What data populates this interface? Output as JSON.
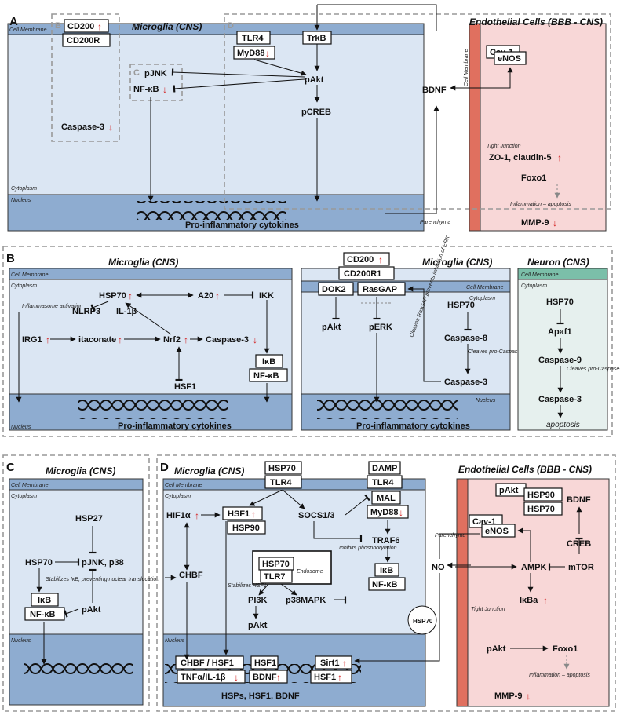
{
  "colors": {
    "cytoplasm": "#dbe6f3",
    "membrane": "#8eacd0",
    "nucleus": "#8eacd0",
    "endothelial": "#f8d7d7",
    "tight_junction": "#e0705f",
    "neuron_cyto": "#e6f0ee",
    "neuron_membrane": "#7bbfa9",
    "arrow_up": "#d42020"
  },
  "labels": {
    "cell_membrane": "Cell Membrane",
    "cytoplasm": "Cytoplasm",
    "nucleus": "Nucleus",
    "parenchyma": "Parenchyma",
    "tight_junction": "Tight Junction",
    "pro_inflammatory": "Pro-inflammatory cytokines",
    "up_arrow": "↑",
    "down_arrow": "↓"
  },
  "panelA": {
    "letter": "A",
    "title_micro": "Microglia (CNS)",
    "title_endo": "Endothelial Cells (BBB - CNS)",
    "sub_b": "B",
    "sub_c": "C",
    "sub_d": "D",
    "cd200": "CD200",
    "cd200r": "CD200R",
    "caspase3": "Caspase-3",
    "pjnk": "pJNK",
    "nfkb": "NF-κB",
    "tlr4": "TLR4",
    "myd88": "MyD88",
    "trkb": "TrkB",
    "pakt": "pAkt",
    "pcreb": "pCREB",
    "bdnf": "BDNF",
    "cav1": "Cav-1",
    "enos": "eNOS",
    "zo1": "ZO-1, claudin-5",
    "foxo1": "Foxo1",
    "inflam_apop": "Inflammation – apoptosis",
    "mmp9": "MMP-9"
  },
  "panelB": {
    "letter": "B",
    "title1": "Microglia (CNS)",
    "title2": "Microglia (CNS)",
    "title3": "Neuron (CNS)",
    "hsp70": "HSP70",
    "a20": "A20",
    "ikk": "IKK",
    "nlrp3": "NLRP3",
    "il1b": "IL-1β",
    "inflammasome": "Inflammasome activation",
    "irg1": "IRG1",
    "itaconate": "itaconate",
    "nrf2": "Nrf2",
    "caspase3": "Caspase-3",
    "hsf1": "HSF1",
    "ikb": "IκB",
    "nfkb": "NF-κB",
    "cd200": "CD200",
    "cd200r1": "CD200R1",
    "dok2": "DOK2",
    "rasgap": "RasGAP",
    "pakt": "pAkt",
    "perk": "pERK",
    "cleaves_rasgap": "Cleaves RasGAP prevents inhibition of ERK",
    "caspase8": "Caspase-8",
    "cleaves_pro3": "Cleaves pro-Caspase-3",
    "apaf1": "Apaf1",
    "caspase9": "Caspase-9",
    "apoptosis": "apoptosis"
  },
  "panelC": {
    "letter": "C",
    "title": "Microglia (CNS)",
    "hsp27": "HSP27",
    "hsp70": "HSP70",
    "pjnk_p38": "pJNK, p38",
    "stabilizes": "Stabilizes IκB, preventing nuclear translocation",
    "ikb": "IκB",
    "nfkb": "NF-κB",
    "pakt": "pAkt"
  },
  "panelD": {
    "letter": "D",
    "title_micro": "Microglia (CNS)",
    "title_endo": "Endothelial Cells (BBB - CNS)",
    "hsp70": "HSP70",
    "tlr4": "TLR4",
    "damp": "DAMP",
    "mal": "MAL",
    "myd88": "MyD88",
    "hif1a": "HIF1α",
    "hsf1": "HSF1",
    "hsp90": "HSP90",
    "socs": "SOCS1/3",
    "traf6": "TRAF6",
    "inhibits_phos": "Inhibits phosphorylation",
    "ikb": "IκB",
    "nfkb": "NF-κB",
    "chbf": "CHBF",
    "tlr7": "TLR7",
    "endosome": "Endosome",
    "stabilizes_hsf1": "Stabilizes HSF1",
    "pi3k": "PI3K",
    "p38mapk": "p38MAPK",
    "pakt": "pAkt",
    "chbf_hsf1": "CHBF / HSF1",
    "tnf_il1b": "TNFα/IL-1β",
    "bdnf": "BDNF",
    "sirt1": "Sirt1",
    "hsps_out": "HSPs, HSF1, BDNF",
    "cav1": "Cav-1",
    "enos": "eNOS",
    "creb": "CREB",
    "no": "NO",
    "ampk": "AMPK",
    "mtor": "mTOR",
    "ikba": "IκBa",
    "foxo1": "Foxo1",
    "inflam_apop": "Inflammation – apoptosis",
    "mmp9": "MMP-9"
  }
}
